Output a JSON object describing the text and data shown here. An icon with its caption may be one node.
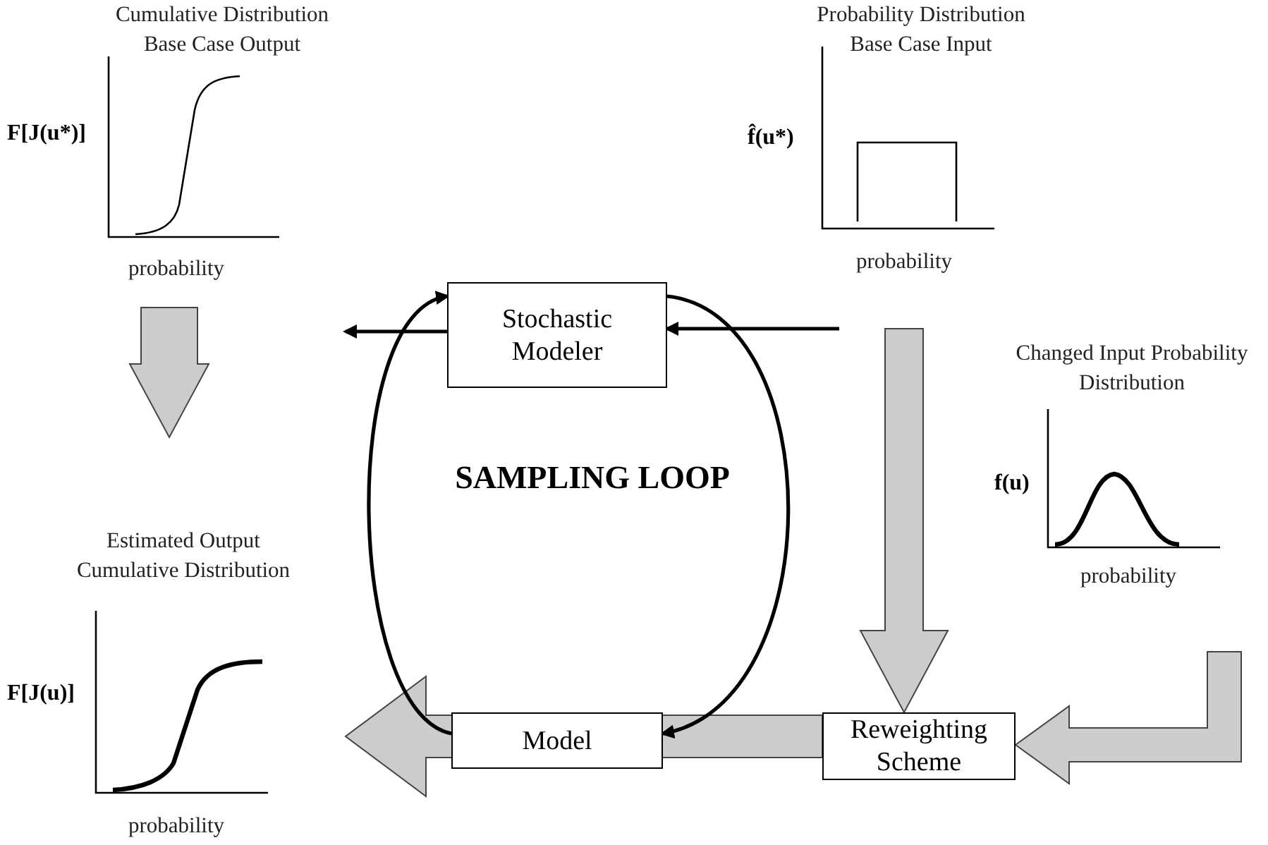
{
  "diagram": {
    "nodes": [
      {
        "text": [
          "Cumulative Distribution Base Case Output",
          "F[J(u*)]",
          "probability"
        ]
      },
      {
        "text": [
          "Probability Distribution Base Case Input",
          "f̂(u*)",
          "probability"
        ]
      },
      {
        "text": [
          "Stochastic Modeler"
        ]
      },
      {
        "text": [
          "Changed Input Probability Distribution",
          "f(u)",
          "probability"
        ]
      },
      {
        "text": [
          "Model"
        ]
      },
      {
        "text": [
          "Estimated Output Cumulative Distribution",
          "F[J(u)]",
          "probability"
        ]
      },
      {
        "text": [
          "Reweighting Scheme"
        ]
      }
    ],
    "edges": [
      {
        "from": 0,
        "to": 5,
        "arrow": "to",
        "style": "thick",
        "color": "#cccccc"
      },
      {
        "from": 2,
        "to": 0,
        "arrow": "to"
      },
      {
        "from": 1,
        "to": 2,
        "arrow": "to"
      },
      {
        "from": 1,
        "to": 6,
        "arrow": "to",
        "style": "thick",
        "color": "#cccccc"
      },
      {
        "from": 3,
        "to": 6,
        "arrow": "to",
        "style": "thick",
        "color": "#cccccc"
      },
      {
        "from": 6,
        "to": 5,
        "arrow": "to",
        "style": "thick",
        "color": "#cccccc"
      },
      {
        "from": 4,
        "to": 2,
        "arrow": "to"
      },
      {
        "from": 2,
        "to": 4,
        "arrow": "to"
      }
    ],
    "labels": [
      "SAMPLING LOOP"
    ]
  }
}
